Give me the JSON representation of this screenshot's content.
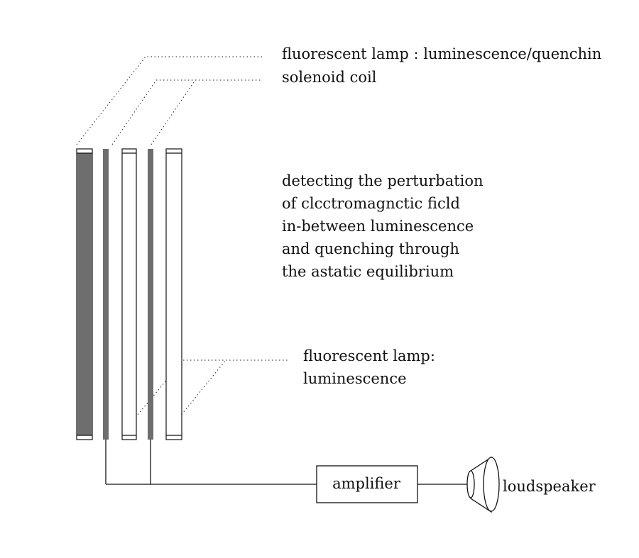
{
  "labels": {
    "top_lamp": "fluorescent lamp : luminescence/quenchin",
    "coil": "solenoid coil",
    "description": [
      "detecting the perturbation",
      "of clcctromagnctic ficld",
      "in-between luminescence",
      "and quenching through",
      "the astatic equilibrium"
    ],
    "lower_lamp": [
      "fluorescent lamp:",
      "luminescence"
    ],
    "amplifier": "amplifier",
    "loudspeaker": "loudspeaker"
  },
  "colors": {
    "tube_fill": "#6e6e6e",
    "line": "#111111",
    "background": "#ffffff"
  }
}
